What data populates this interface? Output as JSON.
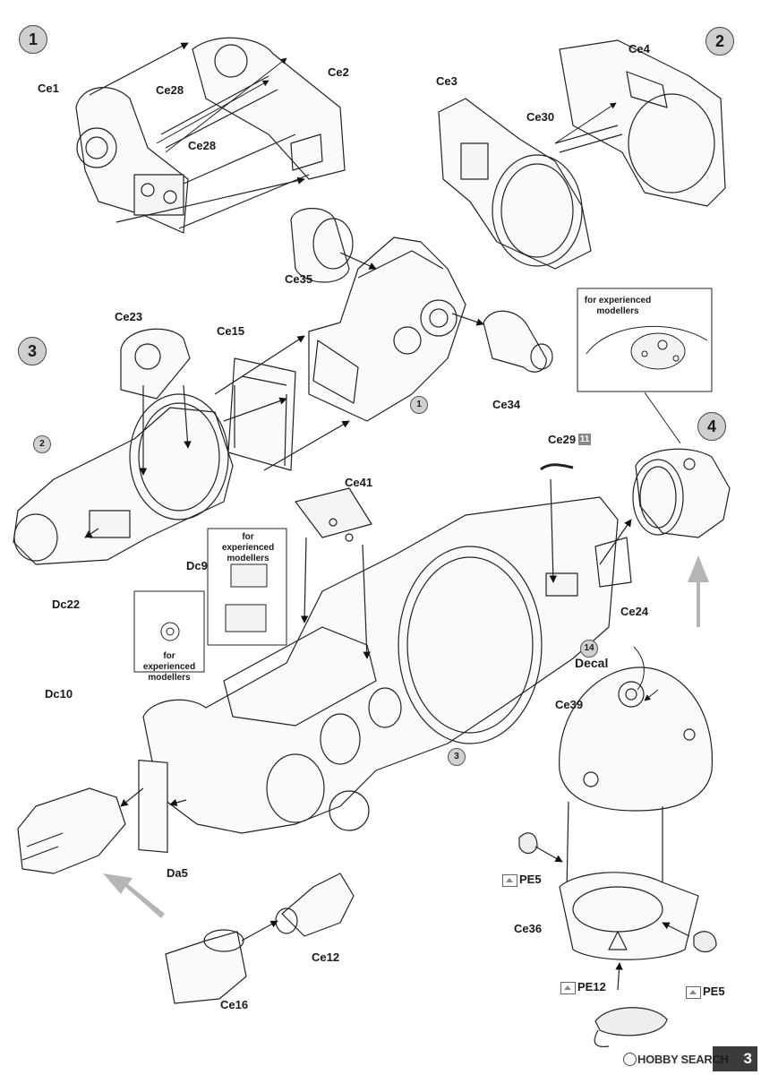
{
  "steps": [
    "1",
    "2",
    "3",
    "4"
  ],
  "refs": {
    "step3_a": "1",
    "step3_b": "2",
    "main_c": "3",
    "decal_ref": "14",
    "ce29_ref": "11"
  },
  "labels": {
    "Ce1": "Ce1",
    "Ce2": "Ce2",
    "Ce28a": "Ce28",
    "Ce28b": "Ce28",
    "Ce3": "Ce3",
    "Ce4": "Ce4",
    "Ce30": "Ce30",
    "Ce35": "Ce35",
    "Ce34": "Ce34",
    "Ce23": "Ce23",
    "Ce15": "Ce15",
    "Ce41": "Ce41",
    "Ce29": "Ce29",
    "Dc9": "Dc9",
    "Dc22": "Dc22",
    "Dc10": "Dc10",
    "Decal": "Decal",
    "Ce24": "Ce24",
    "Ce39": "Ce39",
    "PE5a": "PE5",
    "PE5b": "PE5",
    "Ce36": "Ce36",
    "PE12": "PE12",
    "Da5": "Da5",
    "Ce12": "Ce12",
    "Ce16": "Ce16"
  },
  "notes": {
    "experienced_a": "for experienced modellers",
    "experienced_b": "for experienced modellers",
    "experienced_c": "for experienced modellers"
  },
  "footer": {
    "brand": "HOBBY SEARCH",
    "page": "3"
  }
}
